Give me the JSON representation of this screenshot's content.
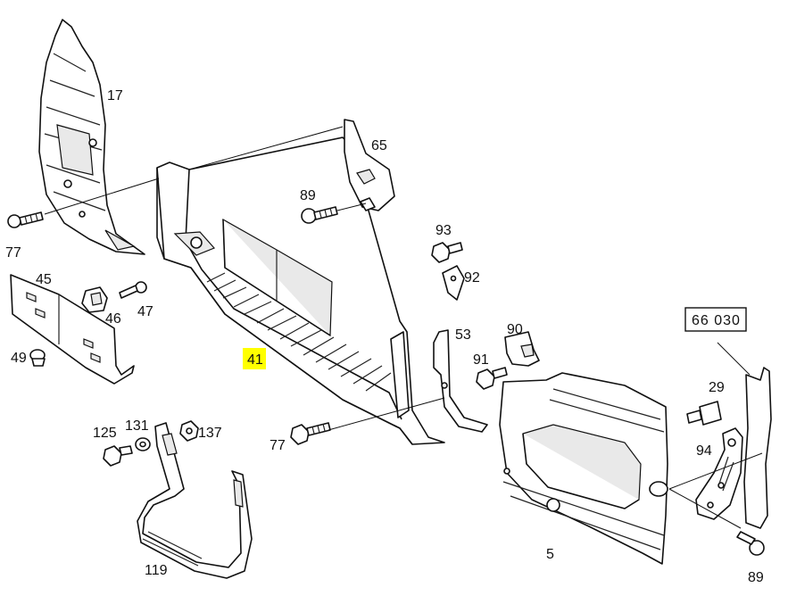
{
  "diagram": {
    "reference_code": "66 030",
    "highlighted_part": "41",
    "part_labels": {
      "p17": "17",
      "p77a": "77",
      "p45": "45",
      "p46": "46",
      "p47": "47",
      "p49": "49",
      "p65": "65",
      "p89a": "89",
      "p93": "93",
      "p92": "92",
      "p41": "41",
      "p53": "53",
      "p90": "90",
      "p91": "91",
      "p29": "29",
      "p94": "94",
      "p89b": "89",
      "p125": "125",
      "p131": "131",
      "p137": "137",
      "p77b": "77",
      "p119": "119",
      "p5": "5"
    }
  }
}
